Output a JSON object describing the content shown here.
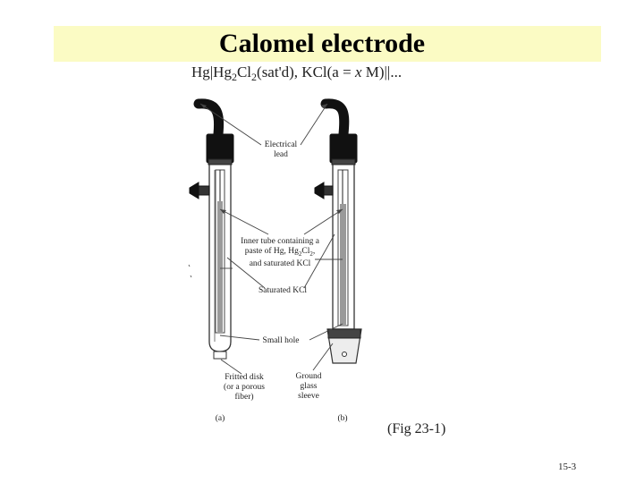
{
  "slide": {
    "title": "Calomel electrode",
    "notation": {
      "p1": "Hg|Hg",
      "s1": "2",
      "p2": "Cl",
      "s2": "2",
      "p3": "(sat'd), KCl(a = ",
      "x": "x",
      "p4": " M)||..."
    },
    "caption": "(Fig 23-1)",
    "page_number": "15-3"
  },
  "figure": {
    "labels": {
      "electrical_lead_1": "Electrical",
      "electrical_lead_2": "lead",
      "inner_tube_1": "Inner tube containing a",
      "inner_tube_2a": "paste of Hg, Hg",
      "inner_tube_2b": "2",
      "inner_tube_2c": "Cl",
      "inner_tube_2d": "2",
      "inner_tube_2e": ",",
      "inner_tube_3": "and saturated KCl",
      "saturated_kcl": "Saturated KCl",
      "small_hole": "Small hole",
      "fritted_disk_1": "Fritted disk",
      "fritted_disk_2": "(or a porous",
      "fritted_disk_3": "fiber)",
      "ground_glass_1": "Ground",
      "ground_glass_2": "glass",
      "ground_glass_3": "sleeve",
      "panel_a": "(a)",
      "panel_b": "(b)"
    }
  }
}
